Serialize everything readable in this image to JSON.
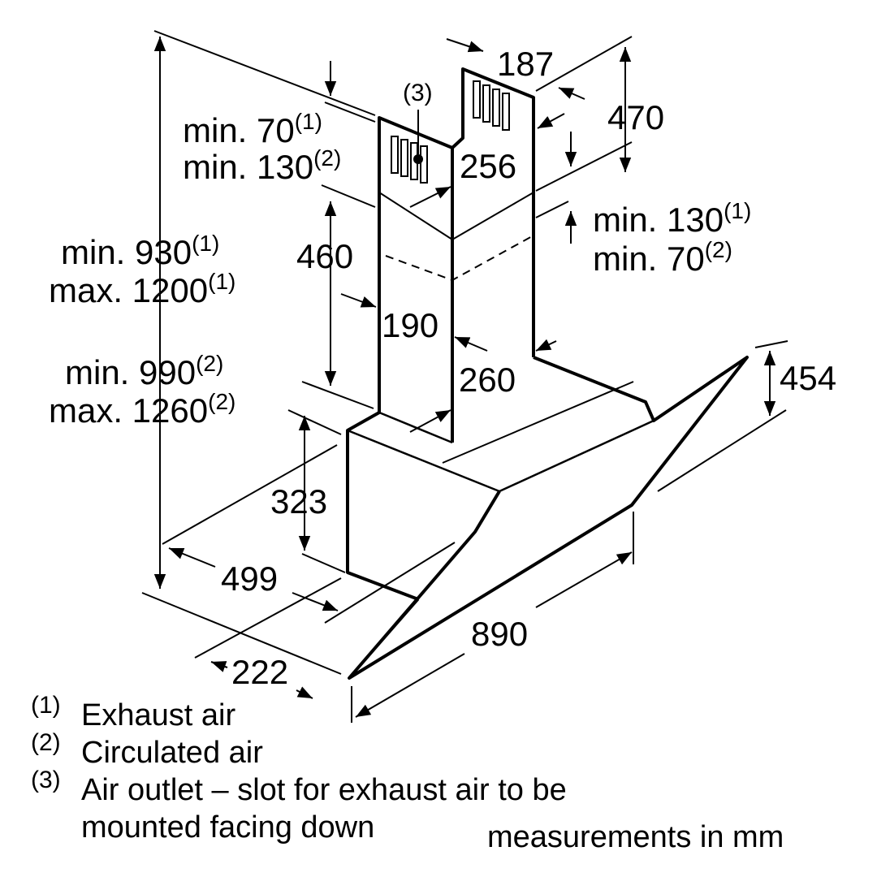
{
  "dimensions": {
    "d187": "187",
    "d470": "470",
    "d256": "256",
    "d460": "460",
    "d190": "190",
    "d260": "260",
    "d454": "454",
    "d323": "323",
    "d499": "499",
    "d890": "890",
    "d222": "222",
    "outlet_ref": "(3)",
    "top_gap": {
      "line1": "min. 70",
      "sup1": "(1)",
      "line2": "min. 130",
      "sup2": "(2)"
    },
    "side_gap": {
      "line1": "min. 130",
      "sup1": "(1)",
      "line2": "min. 70",
      "sup2": "(2)"
    },
    "height_exhaust": {
      "line1": "min. 930",
      "sup1": "(1)",
      "line2": "max. 1200",
      "sup2": "(1)"
    },
    "height_circulated": {
      "line1": "min. 990",
      "sup1": "(2)",
      "line2": "max. 1260",
      "sup2": "(2)"
    }
  },
  "legend": [
    {
      "num": "(1)",
      "text": "Exhaust air"
    },
    {
      "num": "(2)",
      "text": "Circulated air"
    },
    {
      "num": "(3)",
      "text": "Air outlet – slot for exhaust air to be",
      "text2": "mounted facing down"
    }
  ],
  "units_note": "measurements in mm"
}
